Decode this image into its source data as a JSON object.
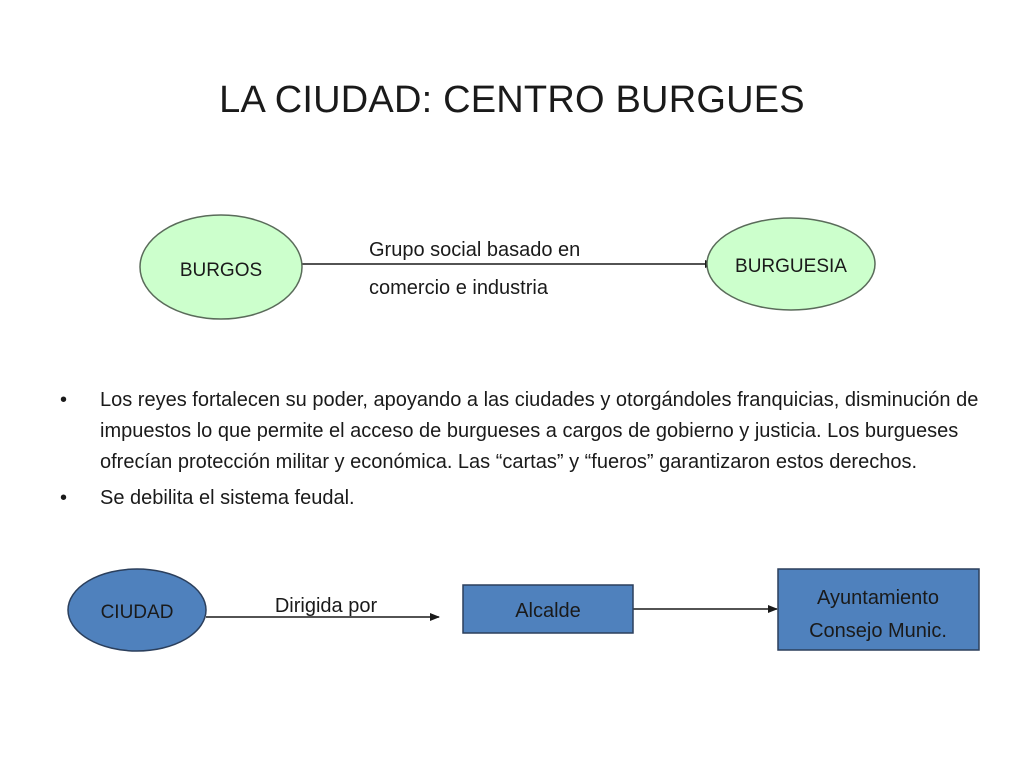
{
  "slide": {
    "title": "LA CIUDAD: CENTRO BURGUES"
  },
  "top_diagram": {
    "left_node": "BURGOS",
    "right_node": "BURGUESIA",
    "edge_label_line1": "Grupo social basado en",
    "edge_label_line2": "comercio e industria",
    "node_fill": "#ccffcc",
    "node_stroke": "#5a6b5a"
  },
  "bullets": [
    {
      "marker": "•",
      "text": "Los reyes fortalecen su poder, apoyando a las ciudades y otorgándoles franquicias, disminución de impuestos lo que permite el acceso de burgueses a cargos de gobierno y justicia. Los burgueses ofrecían protección militar y económica. Las “cartas” y “fueros” garantizaron estos derechos."
    },
    {
      "marker": "•",
      "text": "Se debilita el sistema feudal."
    }
  ],
  "bottom_diagram": {
    "start_node": "CIUDAD",
    "edge_label": "Dirigida por",
    "middle_node": "Alcalde",
    "end_node_line1": "Ayuntamiento",
    "end_node_line2": "Consejo Munic.",
    "node_fill": "#4f81bd",
    "node_stroke": "#2b3f5c"
  }
}
